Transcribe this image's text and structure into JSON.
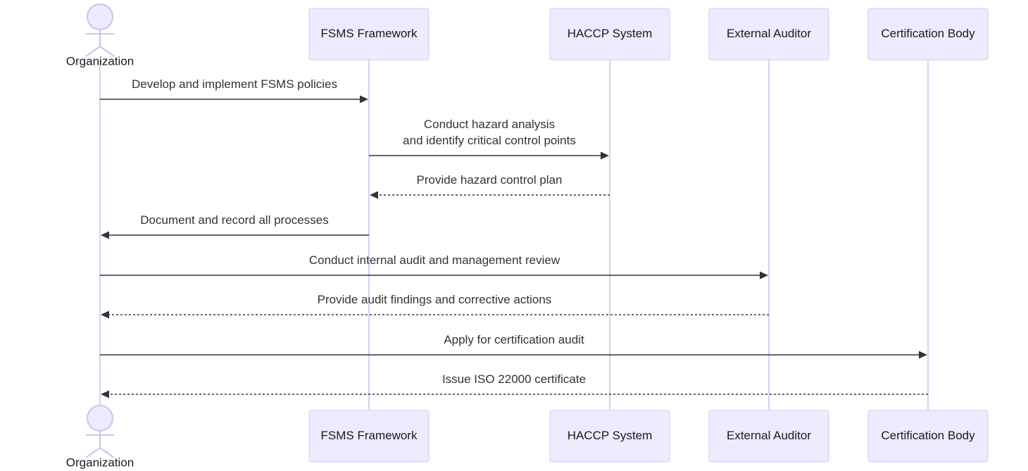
{
  "participants": [
    {
      "id": "org",
      "label": "Organization",
      "kind": "actor"
    },
    {
      "id": "fsms",
      "label": "FSMS Framework",
      "kind": "box"
    },
    {
      "id": "haccp",
      "label": "HACCP System",
      "kind": "box"
    },
    {
      "id": "ext",
      "label": "External Auditor",
      "kind": "box"
    },
    {
      "id": "cert",
      "label": "Certification Body",
      "kind": "box"
    }
  ],
  "messages": [
    {
      "from": "org",
      "to": "fsms",
      "style": "solid",
      "lines": [
        "Develop and implement FSMS policies"
      ]
    },
    {
      "from": "fsms",
      "to": "haccp",
      "style": "solid",
      "lines": [
        "Conduct hazard analysis",
        "and identify critical control points"
      ]
    },
    {
      "from": "haccp",
      "to": "fsms",
      "style": "dashed",
      "lines": [
        "Provide hazard control plan"
      ]
    },
    {
      "from": "fsms",
      "to": "org",
      "style": "solid",
      "lines": [
        "Document and record all processes"
      ]
    },
    {
      "from": "org",
      "to": "ext",
      "style": "solid",
      "lines": [
        "Conduct internal audit and management review"
      ]
    },
    {
      "from": "ext",
      "to": "org",
      "style": "dashed",
      "lines": [
        "Provide audit findings and corrective actions"
      ]
    },
    {
      "from": "org",
      "to": "cert",
      "style": "solid",
      "lines": [
        "Apply for certification audit"
      ]
    },
    {
      "from": "cert",
      "to": "org",
      "style": "dashed",
      "lines": [
        "Issue ISO 22000 certificate"
      ]
    }
  ],
  "colors": {
    "actor_fill": "#ecebff",
    "actor_stroke": "#cfcbf2",
    "lifeline": "#d6d1f0",
    "message": "#333333"
  }
}
